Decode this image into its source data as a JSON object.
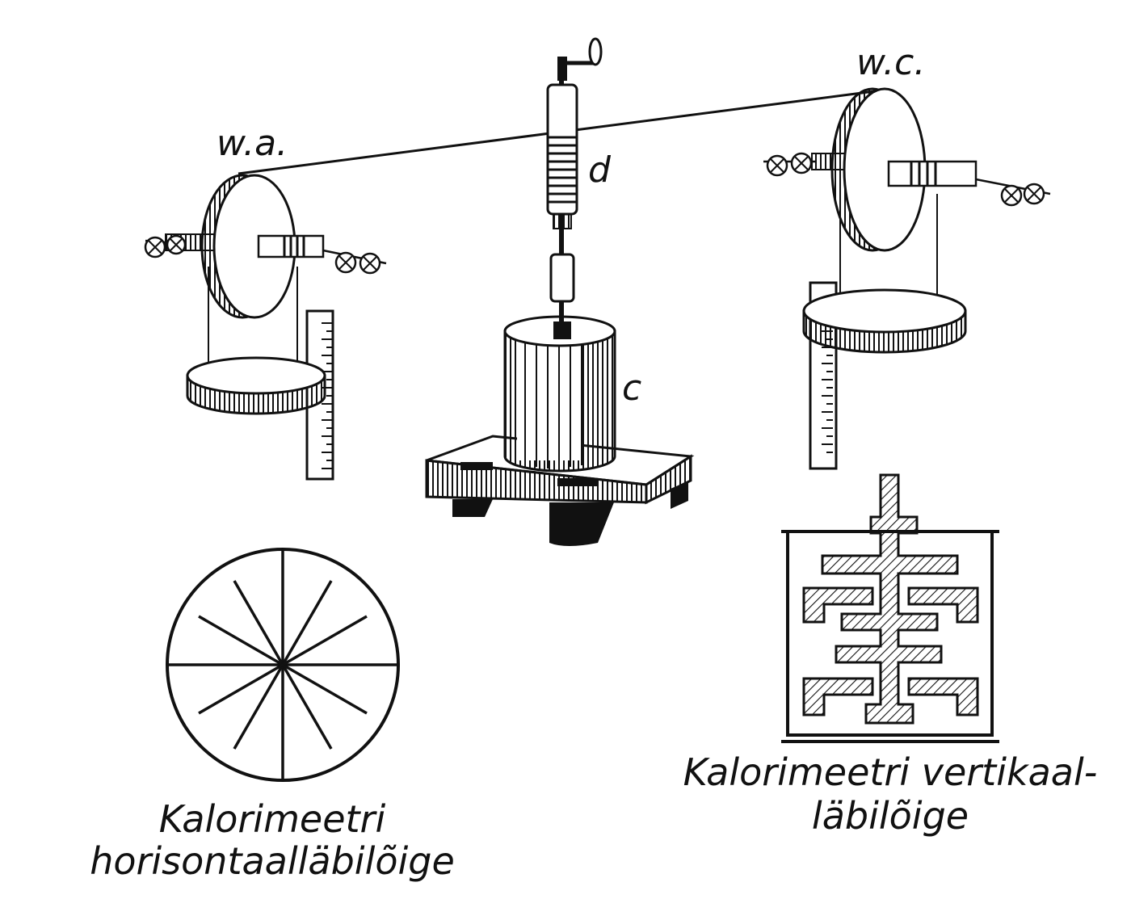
{
  "labels": {
    "pulley_left": "w.a.",
    "pulley_right": "w.c.",
    "spindle": "d",
    "calorimeter": "c"
  },
  "captions": {
    "horizontal_line1": "Kalorimeetri",
    "horizontal_line2": "horisontaalläbilõige",
    "vertical_line1": "Kalorimeetri vertikaal-",
    "vertical_line2": "läbilõige"
  },
  "colors": {
    "ink": "#111111",
    "paper": "#ffffff"
  }
}
